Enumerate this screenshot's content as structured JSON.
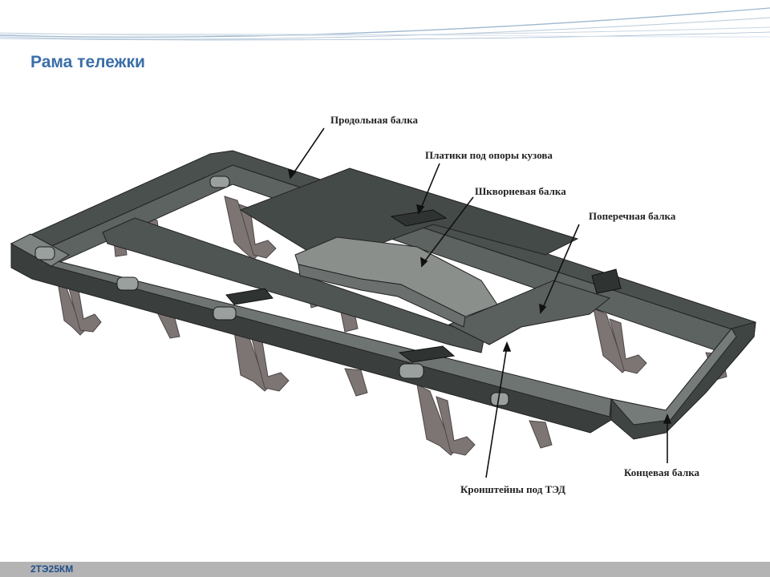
{
  "page": {
    "title": "Рама тележки"
  },
  "labels": {
    "longitudinal": "Продольная балка",
    "body_supports": "Платики под опоры кузова",
    "pivot": "Шкворневая балка",
    "cross": "Поперечная балка",
    "end": "Концевая балка",
    "motor_brackets": "Кронштейны под ТЭД"
  },
  "footer": {
    "model": "2ТЭ25КМ"
  },
  "colors": {
    "title": "#3b6ea8",
    "frame_dark": "#3a3f3e",
    "frame_mid": "#5b615f",
    "frame_light": "#8a8f8c",
    "bracket": "#7d7573",
    "footer_bg": "#b4b4b4",
    "footer_text": "#1f4f8a"
  }
}
